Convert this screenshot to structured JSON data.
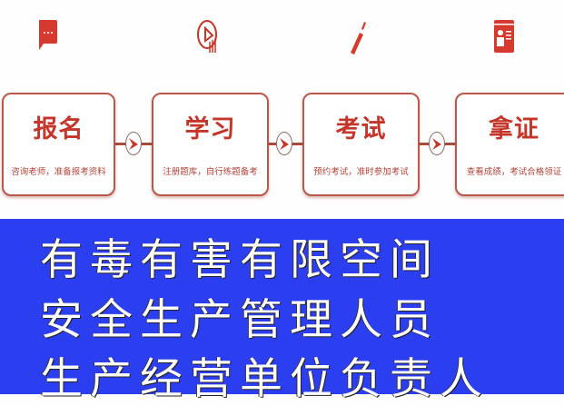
{
  "steps": [
    {
      "title": "报名",
      "desc": "咨询老师，准备报考资料",
      "icon": "chat-bubble-icon"
    },
    {
      "title": "学习",
      "desc": "注册题库，自行练题备考",
      "icon": "play-video-icon"
    },
    {
      "title": "考试",
      "desc": "预约考试，准时参加考试",
      "icon": "pen-icon"
    },
    {
      "title": "拿证",
      "desc": "查看成绩，考试合格领证",
      "icon": "id-card-icon"
    }
  ],
  "banner": {
    "lines": [
      "有毒有害有限空间",
      "安全生产管理人员",
      "生产经营单位负责人"
    ]
  },
  "colors": {
    "accent": "#c4352a",
    "banner_bg": "#2c3ff0"
  }
}
